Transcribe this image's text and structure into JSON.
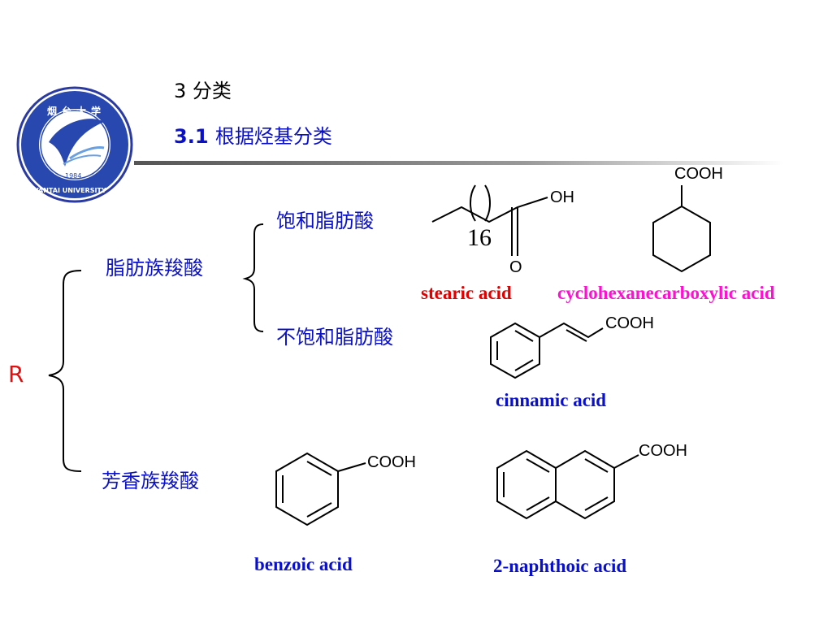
{
  "header": {
    "section_title": "3 分类",
    "subsection_number": "3.1",
    "subsection_title": "根据烃基分类",
    "logo": {
      "text_top": "烟台大学",
      "text_bottom": "YANTAI UNIVERSITY",
      "year": "1984"
    }
  },
  "classification": {
    "root": "R",
    "aliphatic": "脂肪族羧酸",
    "saturated": "饱和脂肪酸",
    "unsaturated": "不饱和脂肪酸",
    "aromatic": "芳香族羧酸"
  },
  "compounds": {
    "stearic": {
      "name": "stearic acid",
      "oh": "OH",
      "o": "O",
      "repeat": "16",
      "color": "#e00000"
    },
    "cyclohexane": {
      "name": "cyclohexanecarboxylic acid",
      "group": "COOH",
      "color": "#ff10d0"
    },
    "cinnamic": {
      "name": "cinnamic acid",
      "group": "COOH",
      "color": "#0a10c8"
    },
    "benzoic": {
      "name": "benzoic acid",
      "group": "COOH",
      "color": "#0a10c8"
    },
    "naphthoic": {
      "name": "2-naphthoic acid",
      "group": "COOH",
      "color": "#0a10c8"
    }
  },
  "colors": {
    "accent_blue": "#0a10c8",
    "root_red": "#e01010",
    "header_rule": "#666666"
  }
}
